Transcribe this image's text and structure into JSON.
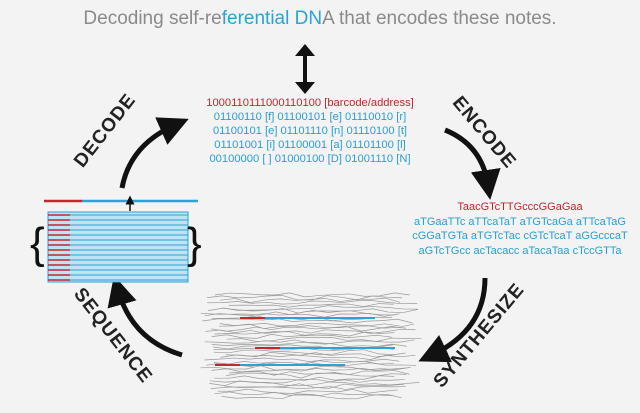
{
  "title": {
    "pre": "Decoding self-re",
    "highlight": "ferential DN",
    "post": "A that encodes these notes."
  },
  "binary": {
    "barcode": "10001101110001101 00 [barcode/address]",
    "rows": [
      "01100110 [f]  01100101 [e]  01110010 [r]",
      "01100101 [e]  01101110 [n]  01110100 [t]",
      "01101001 [i]  01100001 [a]  01101100 [l]",
      "00100000 [ ]  01000100 [D]  01001110 [N]"
    ]
  },
  "dna": {
    "barcode": "TaacGTcTTGcccGGaGaa",
    "rows": [
      "aTGaaTTc aTTcaTaT aTGTcaGa aTTcaTaG",
      "cGGaTGTa aTGTcTac cGTcTcaT aGGcccaT",
      "aGTcTGcc acTacacc aTacaTaa cTccGTTa"
    ]
  },
  "steps": {
    "decode": "DECODE",
    "encode": "ENCODE",
    "synthesize": "SYNTHESIZE",
    "sequence": "SEQUENCE"
  },
  "colors": {
    "red": "#c1272d",
    "blue": "#2aa3d6",
    "text": "#222222"
  }
}
